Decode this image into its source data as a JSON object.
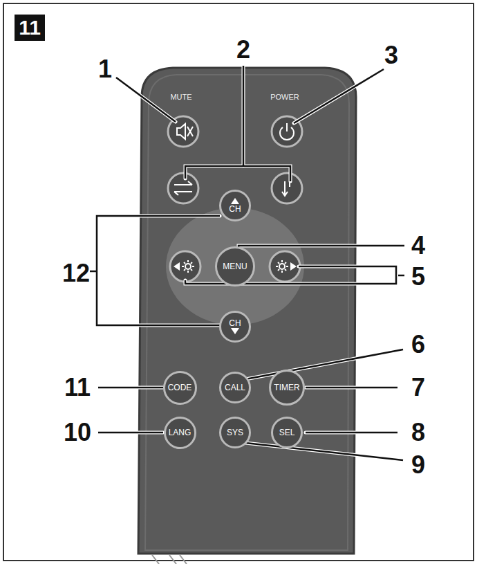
{
  "diagram": {
    "nodes": [
      {
        "text": [
          "CH"
        ]
      },
      {
        "text": [
          "MENU"
        ]
      },
      {
        "text": [
          "CH"
        ]
      },
      {
        "text": [
          "CODE"
        ]
      },
      {
        "text": [
          "CALL"
        ]
      },
      {
        "text": [
          "TIMER"
        ]
      },
      {
        "text": [
          "LANG"
        ]
      },
      {
        "text": [
          "SYS"
        ]
      },
      {
        "text": [
          "SEL"
        ]
      }
    ],
    "labels": [
      "11",
      "1",
      "2",
      "3",
      "4",
      "5",
      "6",
      "7",
      "8",
      "9",
      "10",
      "11",
      "12",
      "MUTE",
      "POWER"
    ]
  }
}
